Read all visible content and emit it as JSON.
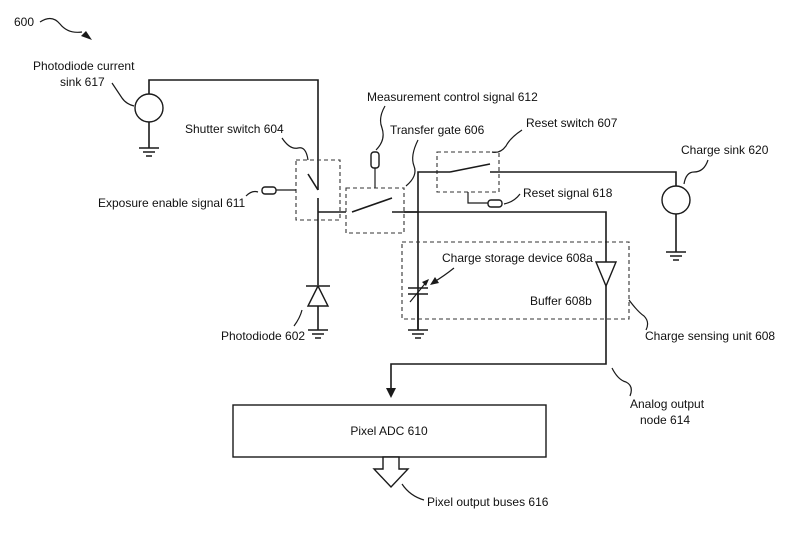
{
  "figure_number": "600",
  "labels": {
    "photodiode_current_sink_line1": "Photodiode current",
    "photodiode_current_sink_line2": "sink 617",
    "measurement_control_signal": "Measurement control signal 612",
    "shutter_switch": "Shutter switch 604",
    "transfer_gate": "Transfer gate 606",
    "reset_switch": "Reset switch 607",
    "charge_sink": "Charge sink 620",
    "exposure_enable_signal": "Exposure enable signal 611",
    "reset_signal": "Reset signal 618",
    "charge_storage_device": "Charge storage device 608a",
    "buffer": "Buffer 608b",
    "photodiode": "Photodiode 602",
    "charge_sensing_unit": "Charge sensing unit 608",
    "analog_output_node_line1": "Analog output",
    "analog_output_node_line2": "node 614",
    "pixel_adc": "Pixel ADC 610",
    "pixel_output_buses": "Pixel output buses 616"
  }
}
